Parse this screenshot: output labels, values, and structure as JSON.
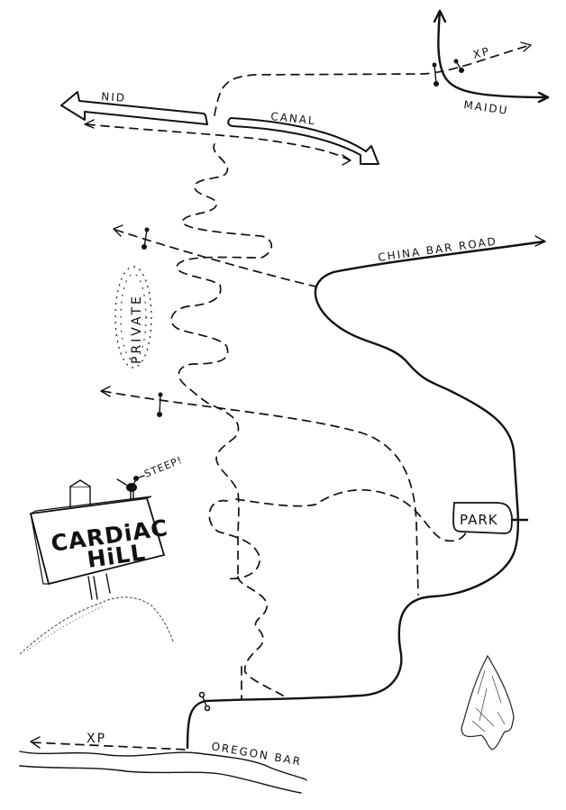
{
  "map": {
    "title": "Cardiac Hill trail map",
    "style": "hand-drawn pen sketch",
    "colors": {
      "ink": "#111111",
      "paper": "#ffffff"
    },
    "labels": {
      "xp_top": "XP",
      "maidu": "MAIDU",
      "nid": "NID",
      "canal": "CANAL",
      "china_bar_road": "CHINA BAR ROAD",
      "private": "PRIVATE",
      "steep": "STEEP!",
      "sign_line1": "CARDiAC",
      "sign_line2": "HiLL",
      "park": "PARK",
      "xp_bottom": "XP",
      "oregon_bar": "OREGON BAR"
    },
    "features": [
      {
        "name": "Maidu road",
        "type": "road"
      },
      {
        "name": "XP trail (north-east)",
        "type": "trail"
      },
      {
        "name": "NID canal",
        "type": "canal"
      },
      {
        "name": "China Bar Road",
        "type": "road"
      },
      {
        "name": "Private property",
        "type": "area"
      },
      {
        "name": "Cardiac Hill sign",
        "type": "landmark"
      },
      {
        "name": "Park",
        "type": "parking"
      },
      {
        "name": "Oregon Bar river",
        "type": "river"
      },
      {
        "name": "XP trail (west)",
        "type": "trail"
      },
      {
        "name": "Arrowhead",
        "type": "decoration"
      }
    ],
    "gates": 4
  }
}
